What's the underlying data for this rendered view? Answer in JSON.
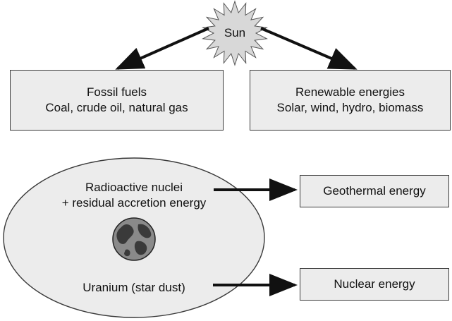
{
  "sun": {
    "label": "Sun",
    "icon": "sun-icon"
  },
  "fossil": {
    "title": "Fossil fuels",
    "subtitle": "Coal, crude oil, natural gas"
  },
  "renewable": {
    "title": "Renewable energies",
    "subtitle": "Solar, wind, hydro, biomass"
  },
  "earth": {
    "icon": "globe-icon",
    "radioactive_line1": "Radioactive nuclei",
    "radioactive_line2": "+ residual accretion energy",
    "uranium": "Uranium (star dust)"
  },
  "geothermal": {
    "label": "Geothermal energy"
  },
  "nuclear": {
    "label": "Nuclear energy"
  },
  "colors": {
    "box_fill": "#ececec",
    "sun_fill": "#d8d8d8",
    "globe": "#7a7a7a"
  }
}
